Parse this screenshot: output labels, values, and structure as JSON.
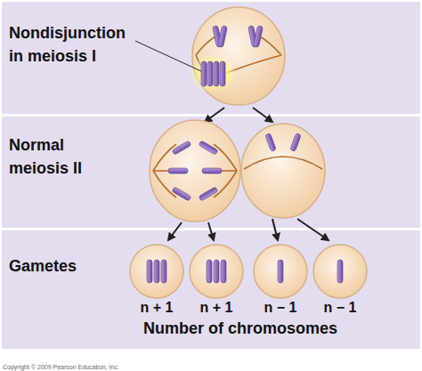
{
  "diagram": {
    "nodes": [
      {
        "text": [
          "Nondisjunction in meiosis I"
        ]
      },
      {
        "text": [
          "Normal meiosis II"
        ]
      },
      {
        "text": [
          "Gametes"
        ]
      },
      {
        "text": [
          "n + 1"
        ],
        "in": 2
      },
      {
        "text": [
          "n + 1"
        ],
        "in": 2
      },
      {
        "text": [
          "n − 1"
        ],
        "in": 2
      },
      {
        "text": [
          "n − 1"
        ],
        "in": 2
      }
    ],
    "labels": [
      "Number of chromosomes",
      "Copyright © 2009 Pearson Education, Inc."
    ]
  }
}
